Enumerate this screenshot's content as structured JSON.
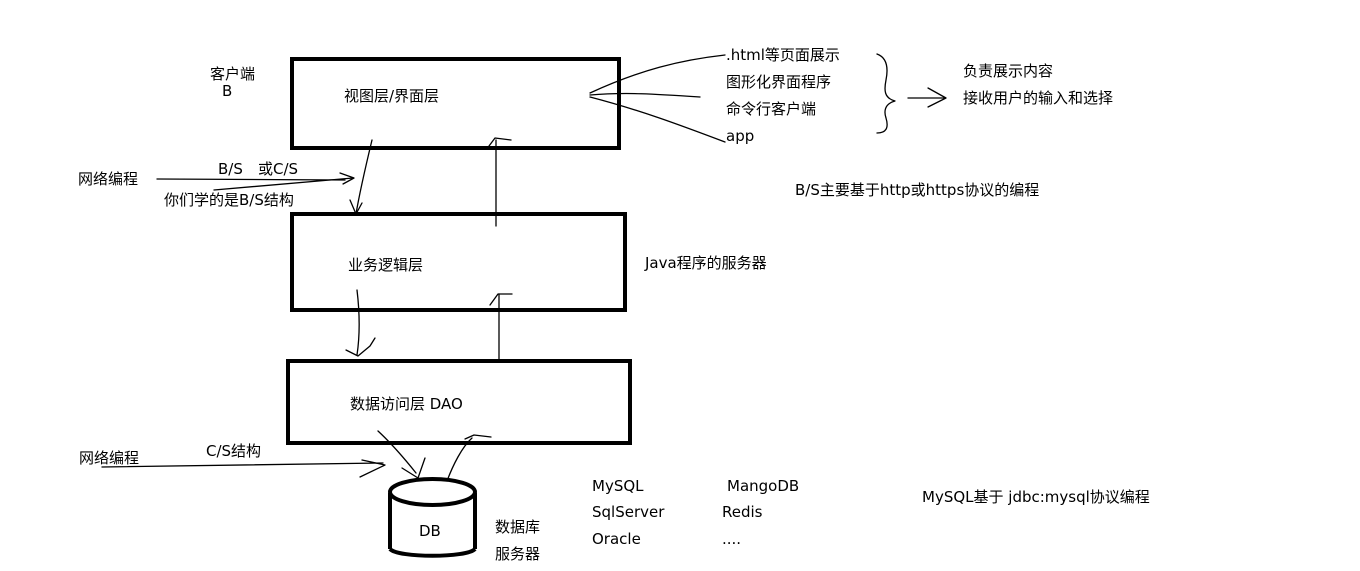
{
  "layers": {
    "view": "视图层/界面层",
    "business": "业务逻辑层",
    "data_access": "数据访问层 DAO"
  },
  "client": {
    "label": "客户端",
    "sub": "B"
  },
  "network_top": {
    "label": "网络编程",
    "bs": "B/S",
    "or_cs": "或C/S",
    "note": "你们学的是B/S结构"
  },
  "network_bottom": {
    "label": "网络编程",
    "cs": "C/S结构"
  },
  "view_types": [
    ".html等页面展示",
    "图形化界面程序",
    "命令行客户端",
    "app"
  ],
  "view_responsibility": [
    "负责展示内容",
    "接收用户的输入和选择"
  ],
  "bs_note": "B/S主要基于http或https协议的编程",
  "server_note": "Java程序的服务器",
  "db": {
    "label": "DB",
    "server_line1": "数据库",
    "server_line2": "服务器"
  },
  "databases_left": [
    "MySQL",
    "SqlServer",
    "Oracle"
  ],
  "databases_right": [
    "MangoDB",
    "Redis",
    "...."
  ],
  "mysql_note": "MySQL基于 jdbc:mysql协议编程"
}
